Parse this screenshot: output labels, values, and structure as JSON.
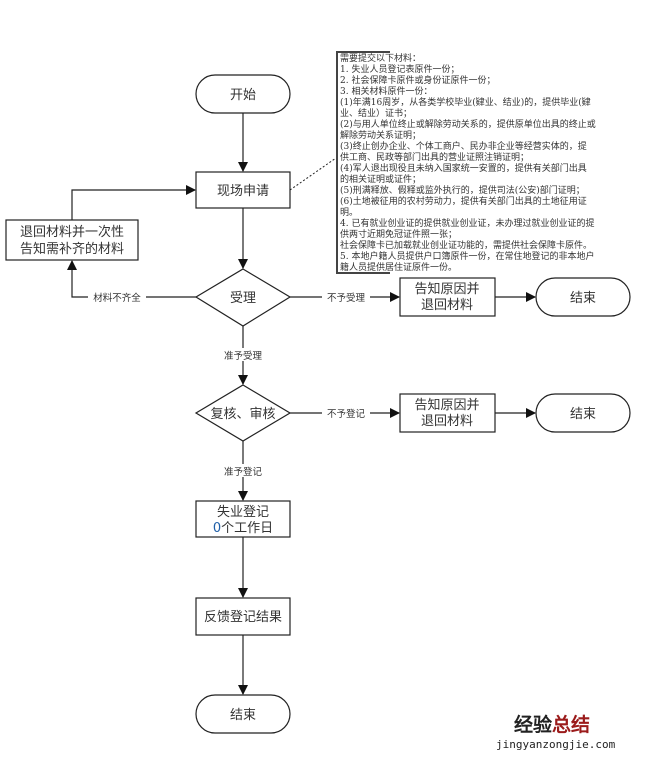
{
  "colors": {
    "stroke": "#222222",
    "text": "#333333",
    "highlight_digit": "#1f5fa8",
    "watermark_dark": "#222222",
    "watermark_red": "#9b1b1b"
  },
  "nodes": {
    "start": {
      "label": "开始"
    },
    "apply": {
      "label": "现场申请"
    },
    "return_box": {
      "lines": [
        "退回材料并一次性",
        "告知需补齐的材料"
      ]
    },
    "accept": {
      "label": "受理"
    },
    "reject1_box": {
      "lines": [
        "告知原因并",
        "退回材料"
      ]
    },
    "end1": {
      "label": "结束"
    },
    "review": {
      "label": "复核、审核"
    },
    "reject2_box": {
      "lines": [
        "告知原因并",
        "退回材料"
      ]
    },
    "end2": {
      "label": "结束"
    },
    "register": {
      "line1": "失业登记",
      "digit": "0",
      "line2_rest": "个工作日"
    },
    "feedback": {
      "label": "反馈登记结果"
    },
    "end3": {
      "label": "结束"
    }
  },
  "edges": {
    "incomplete": "材料不齐全",
    "not_accepted": "不予受理",
    "accepted": "准予受理",
    "not_registered": "不予登记",
    "registered": "准予登记"
  },
  "note": {
    "lines": [
      "需要提交以下材料：",
      "1. 失业人员登记表原件一份；",
      "2. 社会保障卡原件或身份证原件一份；",
      "3. 相关材料原件一份：",
      "(1)年满16周岁，从各类学校毕业(肄业、结业)的，提供毕业(肄",
      "业、结业）证书；",
      "(2)与用人单位终止或解除劳动关系的，提供原单位出具的终止或",
      "解除劳动关系证明；",
      "(3)终止创办企业、个体工商户、民办非企业等经营实体的，提",
      "供工商、民政等部门出具的营业证照注销证明；",
      "(4)军人退出现役且未纳入国家统一安置的，提供有关部门出具",
      "的相关证明或证件；",
      "(5)刑满释放、假释或监外执行的，提供司法(公安)部门证明；",
      "(6)土地被征用的农村劳动力，提供有关部门出具的土地征用证",
      "明。",
      "4. 已有就业创业证的提供就业创业证，未办理过就业创业证的提",
      "供两寸近期免冠证件照一张；",
      "社会保障卡已加载就业创业证功能的，需提供社会保障卡原件。",
      "5. 本地户籍人员提供户口簿原件一份，在常住地登记的非本地户",
      "籍人员提供居住证原件一份。"
    ]
  },
  "watermark": {
    "cn_dark": "经验",
    "cn_red": "总结",
    "url": "jingyanzongjie.com"
  }
}
